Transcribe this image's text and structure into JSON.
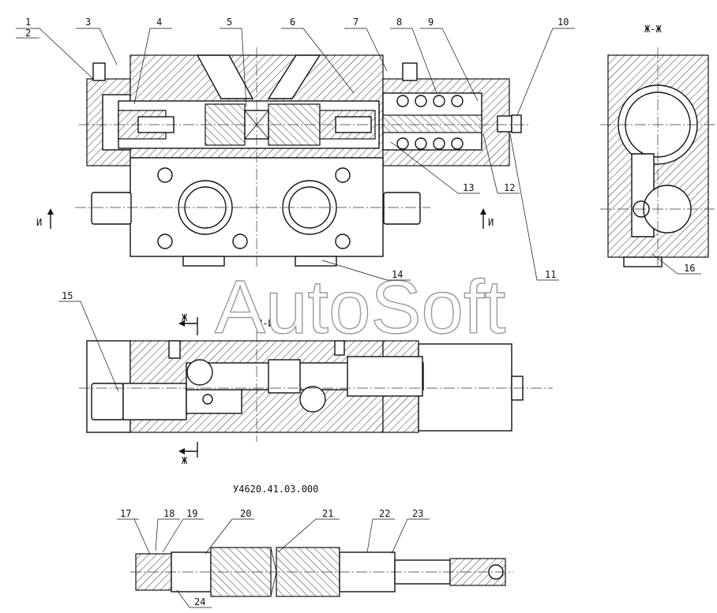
{
  "drawing": {
    "part_number": "У4620.41.03.000",
    "watermark": "AutoSoft",
    "section_labels": {
      "section_zh": "Ж-Ж",
      "section_i": "И-И",
      "cut_i_left": "И",
      "cut_i_right": "И",
      "cut_zh_top": "Ж",
      "cut_zh_bottom": "Ж"
    },
    "callouts": [
      "1",
      "2",
      "3",
      "4",
      "5",
      "6",
      "7",
      "8",
      "9",
      "10",
      "11",
      "12",
      "13",
      "14",
      "15",
      "16",
      "17",
      "18",
      "19",
      "20",
      "21",
      "22",
      "23",
      "24"
    ]
  }
}
